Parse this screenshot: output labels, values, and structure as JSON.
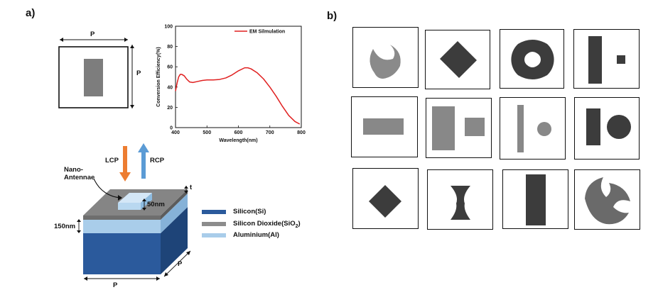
{
  "panel_a": {
    "label": "a)",
    "unit_cell": {
      "period_label": "P"
    },
    "chart_data": {
      "type": "line",
      "title": "",
      "xlabel": "Wavelength(nm)",
      "ylabel": "Conversion Efficiency(%)",
      "xlim": [
        400,
        800
      ],
      "ylim": [
        0,
        100
      ],
      "xticks": [
        400,
        500,
        600,
        700,
        800
      ],
      "yticks": [
        0,
        20,
        40,
        60,
        80,
        100
      ],
      "legend": "top-right",
      "series": [
        {
          "name": "EM Silmulation",
          "color": "#e02020",
          "x": [
            400,
            405,
            410,
            415,
            420,
            428,
            435,
            445,
            455,
            470,
            485,
            500,
            520,
            540,
            560,
            580,
            600,
            620,
            630,
            640,
            660,
            680,
            700,
            720,
            740,
            760,
            780,
            795
          ],
          "y": [
            36,
            44,
            50,
            52.5,
            52.5,
            51,
            48,
            45,
            44.5,
            45.5,
            46.5,
            47,
            47,
            47.5,
            49,
            52,
            56,
            59,
            59,
            58,
            54,
            48,
            40,
            31,
            21,
            12,
            6,
            3.5
          ]
        }
      ]
    },
    "beams": {
      "left": "LCP",
      "right": "RCP"
    },
    "structure": {
      "antenna_label": "Nano-Antennae",
      "thickness_label": "t",
      "antenna_height_label": "50nm",
      "oxide_thickness_label": "150nm",
      "period_label": "P"
    },
    "legend": [
      {
        "label": "Silicon(Si)",
        "color": "#2b5a9c"
      },
      {
        "label": "Silicon Dioxide(SiO",
        "sub": "2",
        "suffix": ")",
        "color": "#8c8c8c"
      },
      {
        "label": "Aluminium(Al)",
        "color": "#a9cdea"
      }
    ]
  },
  "panel_b": {
    "label": "b)",
    "shape_colors": {
      "dark": "#3c3c3c",
      "light": "#888888",
      "mid": "#6a6a6a"
    }
  }
}
